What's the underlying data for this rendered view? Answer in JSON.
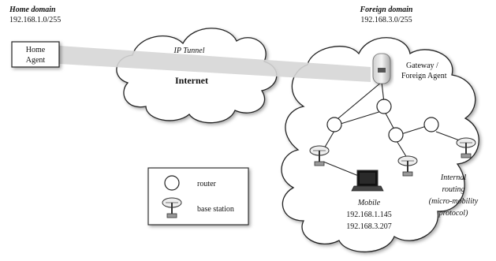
{
  "home": {
    "title": "Home domain",
    "subnet": "192.168.1.0/255",
    "agent_line1": "Home",
    "agent_line2": "Agent"
  },
  "foreign": {
    "title": "Foreign domain",
    "subnet": "192.168.3.0/255",
    "gateway_line1": "Gateway /",
    "gateway_line2": "Foreign  Agent"
  },
  "tunnel_label": "IP Tunnel",
  "internet_label": "Internet",
  "mobile": {
    "label": "Mobile",
    "ip1": "192.168.1.145",
    "ip2": "192.168.3.207"
  },
  "internal_routing": {
    "line1": "Internal",
    "line2": "routing",
    "line3": "(micro-mobility",
    "line4": "protocol)"
  },
  "legend": {
    "router": "router",
    "base_station": "base station"
  }
}
